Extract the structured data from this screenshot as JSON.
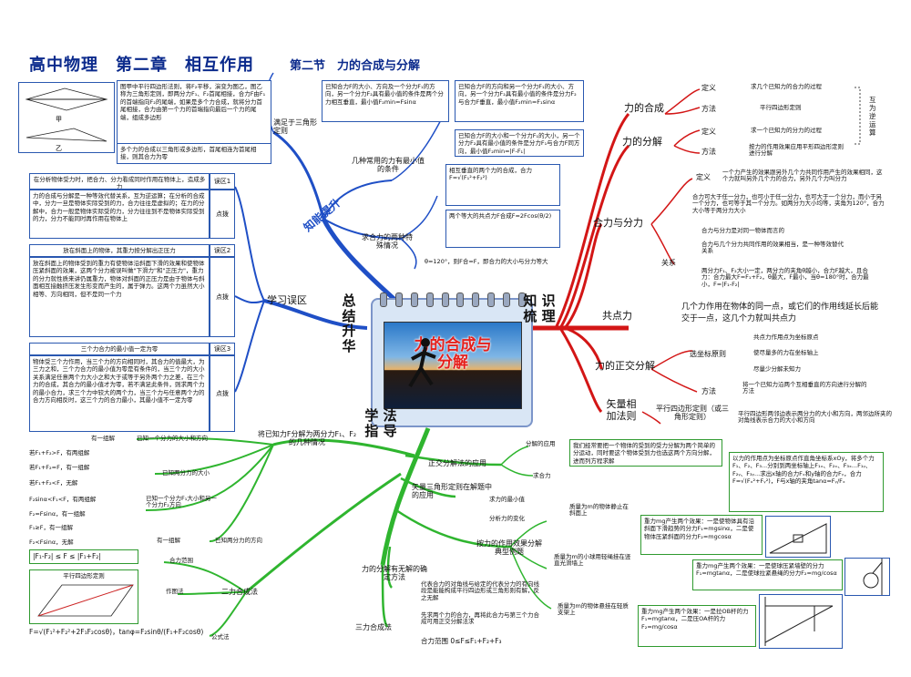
{
  "header": {
    "title": "高中物理　第二章　相互作用",
    "section": "第二节　力的合成与分解"
  },
  "hubs": {
    "skill": "知能提升",
    "summary": "总 结 升 华",
    "knowledge": "知 识 梳 理",
    "method": "学 法 指 导",
    "center": "力的合成与分解"
  },
  "knowledge": {
    "hecheng": "力的合成",
    "fenjie": "力的分解",
    "hechengDef": "定义",
    "hechengDefText": "求几个已知力的合力的过程",
    "hechengMethod": "方法",
    "hechengMethodText": "平行四边形定则",
    "fenjieDef": "定义",
    "fenjieDefText": "求一个已知力的分力的过程",
    "fenjieMethod": "方法",
    "fenjieMethodText": "按力的作用效果应用平形四边形定则进行分解",
    "inverse": "互为逆运算",
    "heli": "合力与分力",
    "heliDef": "定义",
    "heliDefText": "一个力产生的效果跟另外几个力共同作用产生的效果相同，这个力就叫另外几个力的合力，另外几个力叫分力",
    "heliRel": "关系",
    "heliRel1": "合力可大于任一分力，也可小于任一分力，也可大于一个分力，而小于另一个分力，也可等于其一个分力。如两分力大小均等，夹角为120°，合力大小等于两分力大小",
    "heliRel2": "合力与分力是对同一物体而言的",
    "heliRel3": "合力与几个分力共同作用的效果相当，是一种等效替代关系",
    "heliRel4": "两分力F₁、F₂大小一定，两分力的夹角θ越小，合力F越大，且合力：合力最大F=F₁+F₂，θ最大，F最小，当θ=180°时，合力最小，F=|F₁-F₂|",
    "gongdian": "共点力",
    "gongdianText": "几个力作用在物体的同一点，或它们的作用线延长后能交于一点，这几个力就叫共点力",
    "zhengjiao": "力的正交分解",
    "zjPrinciple": "选坐标原则",
    "zjP1": "共点力作用点为坐标原点",
    "zjP2": "使尽量多的力在坐标轴上",
    "zjP3": "尽量少分解未知力",
    "zjMethod": "方法",
    "zjMethodText": "将一个已知力沿两个互相垂直的方向进行分解的方法",
    "vector": "矢量相加法则",
    "vectorRule": "平行四边形定则（或三角形定则）",
    "vectorText": "平行四边形两邻边表示两分力的大小和方向，两邻边所夹的对角线表示合力的大小和方向"
  },
  "skill": {
    "sanjiao": "满足于三角形定则",
    "sanjiaoText": "图甲中平行四边形法则，将F₂平移，演变为图乙，图乙称为三角形定则，即两分力F₁、F₂首尾相接，合力F由F₁的首端指向F₂的尾端，如果是多个力合成，就将分力首尾相接，合力由第一个力的首端指向最后一个力的尾端，组成多边形",
    "sanjiaoText2": "多个力的合成以三角形或多边形，首尾相连为首尾相接，则其合力为零",
    "minCond": "几种常用的力有最小值的条件",
    "special": "求合力的两种特殊情况",
    "minBox1": "已知合力F的大小、方向及一个分力F₁的方向，另一个分力F₂具有最小值的条件是两个分力相互垂直，最小值F₂min=Fsinα",
    "minBox2": "已知合力F的方向和另一个分力F₁的大小、方向，另一个分力F₂具有最小值的条件是分力F₂与合力F垂直，最小值F₂min=F₁sinα",
    "minBox3": "已知合力F的大小和一个分力F₁的大小，另一个分力F₂具有最小值的条件是分力F₁与合力F同方向，最小值F₂min=|F-F₁|",
    "special1": "相互垂直的两个力的合成，合力F=√(F₁²+F₂²)",
    "special2": "两个等大的共点力F合成F=2Fcos(θ/2)",
    "special3": "θ=120°，则F合=F，即合力的大小与分力等大"
  },
  "errors": {
    "learn": "学习误区",
    "e1title": "在分析物体受力时，把合力、分力看成同时作用在物体上，造成多力",
    "e1tag": "误区1",
    "e1text": "力的合成与分解是一种等效代替关系，互为逆运算；在分析的合成中，分力一旦是物体实际受到的力，合力往往是虚拟的；在力的分解中，合力一般是物体实际受的力，分力往往到不是物体实际受到的力，分力不能同时再作用在物体上",
    "e1mark": "点拨",
    "e2title": "放在斜面上的物体，其重力按分解出正压力",
    "e2tag": "误区2",
    "e2text": "放在斜面上的物体受到的重力有使物体沿斜面下滑的效果和使物体压紧斜面的效果，这两个分力被误叫做\"下滑力\"和\"正压力\"，重力的分力就性质来讲仍属重力，物体对斜面的正压力是由于物体与斜面相互接触挤压发生形变而产生的，属于弹力。这两个力虽然大小相等、方向相同，但不是同一个力",
    "e2mark": "点拨",
    "e3title": "三个力合力的最小值一定为零",
    "e3tag": "误区3",
    "e3text": "物体受三个力作用，当三个力的方向相同时，其合力的值最大，为三力之和，三个力合力的最小值为零是有条件的，当三个力的大小关系满足任意两个力大小之和大于或等于另外两个力之差，在三个力的合成，其合力的最小值才为零，若不满足此条件，则求两个力的最小合力，求三个力中较大的两个力，当三个力与任意两个力的合力方向相反时，这三个力的合力最小，其最小值不一定为零",
    "e3mark": "点拨"
  },
  "method": {
    "known": "将已知力F分解为两分力F₁、F₂的几种情况",
    "k1": "有一组解",
    "k1b": "已知一个分力的大小和方向",
    "k2a": "若F₁+F₂>F，有两组解",
    "k2b": "若F₁+F₂=F，有一组解",
    "k2c": "若F₁+F₂<F，无解",
    "k2": "已知两分力的大小",
    "k3a": "F₂sinα<F₁<F，有两组解",
    "k3b": "F₂=Fsinα，有一组解",
    "k3c": "F₁≥F，有一组解",
    "k3d": "F₂<Fsinα，无解",
    "k3": "已知一个分力F₁大小和另一个分力F₂方向",
    "k4": "有一组解",
    "k4b": "已知两分力的方向",
    "two": "二力合成法",
    "range": "合力范围",
    "rangeText": "|F₁-F₂| ≤ F ≤ |F₁+F₂|",
    "graph": "作图法",
    "graphRule": "平行四边形定则",
    "formula": "公式法",
    "formulaText": "F=√(F₁²+F₂²+2F₁F₂cosθ)，tanφ=F₂sinθ/(F₁+F₂cosθ)",
    "ortho": "正交分解法的应用",
    "orthoApp": "分解的应用",
    "orthoAppText": "我们经常要把一个物体的受到的受力分解为两个简单的分运动，同时要这个物体受到力也选这两个方向分解，进而列方程求解",
    "orthoSteps": "求合力",
    "orthoStepsText": "以力的作用点为坐标原点作直角坐标系xOy，将多个力F₁、F₂、F₃...分别到两坐标轴上F₁ₓ、F₂ₓ、F₃ₓ...F₁ᵧ、F₂ᵧ、F₃ᵧ...求出x轴的合力Fₓ和y轴的合力Fᵧ，合力F=√(Fₓ²+Fᵧ²)，F与x轴的夹角tanα=Fᵧ/Fₓ",
    "triangle": "矢量三角形定则在解题中的应用",
    "triMin": "求力的最小值",
    "triChange": "分析力的变化",
    "effect": "按力的作用效果分解典型例题",
    "ex1": "质量为m的物体静止在斜面上",
    "ex1Text": "重力mg产生两个效果：一是使物体具有沿斜面下滑趋势的分力F₁=mgsinα，二是使物体压紧斜面的分力F₂=mgcosα",
    "ex2": "质量为m的小球用轻绳挂在竖直光滑墙上",
    "ex2Text": "重力mg产生两个效果：一是使球压紧墙壁的分力F₁=mgtanα，二是使球拉紧悬绳的分力F₂=mg/cosα",
    "ex3": "质量为m的物体悬挂在轻质支架上",
    "ex3Text": "重力mg产生两个效果：一是拉OB杆的力F₁=mgtanα，二是压OA杆的力F₂=mg/cosα",
    "determine": "力的分解有无解的确定方法",
    "detText": "代表合力的对角线与给定的代表分力的有向线段是能能构成平行四边形或三角形则有解，反之无解",
    "three": "三力合成法",
    "threeText1": "先求两个力的合力，再将此合力与第三个力合成可用正交分解法求",
    "threeText2": "合力范围 0≤F≤F₁+F₂+F₃"
  }
}
